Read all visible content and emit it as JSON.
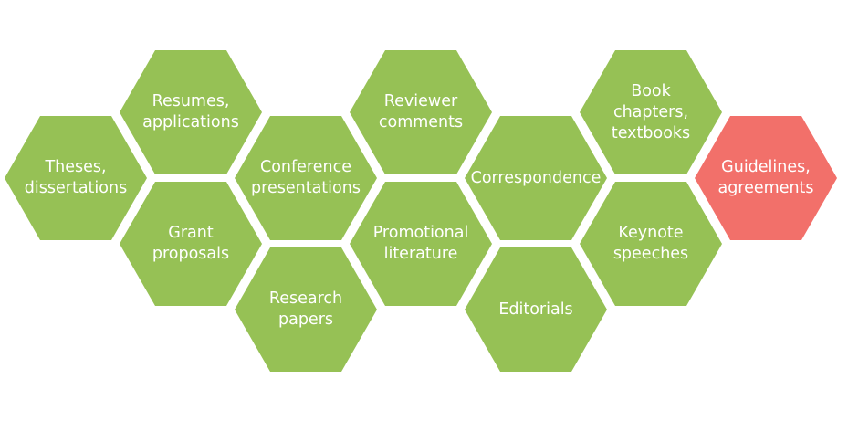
{
  "colors": {
    "green": "#96c155",
    "highlight": "#f2706a",
    "text": "#ffffff"
  },
  "hexagons": [
    {
      "id": "theses",
      "label": "Theses,\ndissertations",
      "color": "green"
    },
    {
      "id": "resumes",
      "label": "Resumes,\napplications",
      "color": "green"
    },
    {
      "id": "grant",
      "label": "Grant\nproposals",
      "color": "green"
    },
    {
      "id": "conference",
      "label": "Conference\npresentations",
      "color": "green"
    },
    {
      "id": "research",
      "label": "Research\npapers",
      "color": "green"
    },
    {
      "id": "reviewer",
      "label": "Reviewer\ncomments",
      "color": "green"
    },
    {
      "id": "promotional",
      "label": "Promotional\nliterature",
      "color": "green"
    },
    {
      "id": "correspondence",
      "label": "Correspondence",
      "color": "green"
    },
    {
      "id": "editorials",
      "label": "Editorials",
      "color": "green"
    },
    {
      "id": "book",
      "label": "Book\nchapters,\ntextbooks",
      "color": "green"
    },
    {
      "id": "keynote",
      "label": "Keynote\nspeeches",
      "color": "green"
    },
    {
      "id": "guidelines",
      "label": "Guidelines,\nagreements",
      "color": "highlight"
    }
  ]
}
